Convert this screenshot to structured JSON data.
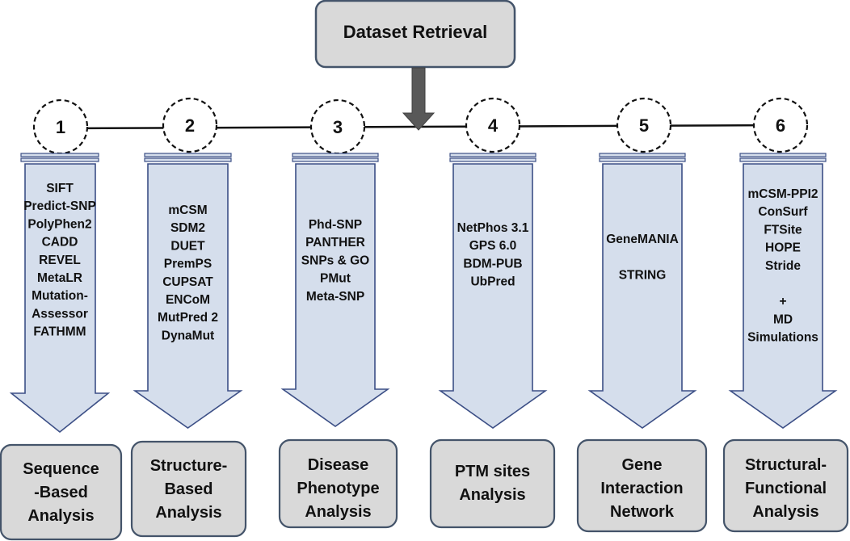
{
  "colors": {
    "arrow_fill": "#d5deec",
    "arrow_stroke": "#3c4f86",
    "box_fill": "#d9d9d9",
    "box_stroke": "#44546a",
    "connector": "#111111",
    "down_arrow": "#595959"
  },
  "top_box": {
    "label": "Dataset Retrieval"
  },
  "columns": [
    {
      "number": "1",
      "tools": [
        "SIFT",
        "Predict-SNP",
        "PolyPhen2",
        "CADD",
        "REVEL",
        "MetaLR",
        "Mutation-",
        "Assessor",
        "FATHMM"
      ],
      "result": [
        "Sequence",
        "-Based",
        "Analysis"
      ]
    },
    {
      "number": "2",
      "tools": [
        "mCSM",
        "SDM2",
        "DUET",
        "PremPS",
        "CUPSAT",
        "ENCoM",
        "MutPred 2",
        "DynaMut"
      ],
      "result": [
        "Structure-",
        "Based",
        "Analysis"
      ]
    },
    {
      "number": "3",
      "tools": [
        "Phd-SNP",
        "PANTHER",
        "SNPs & GO",
        "PMut",
        "Meta-SNP"
      ],
      "result": [
        "Disease",
        "Phenotype",
        "Analysis"
      ]
    },
    {
      "number": "4",
      "tools": [
        "NetPhos 3.1",
        "GPS 6.0",
        "BDM-PUB",
        "UbPred"
      ],
      "result": [
        "PTM sites",
        "Analysis"
      ]
    },
    {
      "number": "5",
      "tools": [
        "GeneMANIA",
        "",
        "STRING"
      ],
      "result": [
        "Gene",
        "Interaction",
        "Network"
      ]
    },
    {
      "number": "6",
      "tools": [
        "mCSM-PPI2",
        "ConSurf",
        "FTSite",
        "HOPE",
        "Stride",
        "",
        "+",
        "MD",
        "Simulations"
      ],
      "result": [
        "Structural-",
        "Functional",
        "Analysis"
      ]
    }
  ]
}
